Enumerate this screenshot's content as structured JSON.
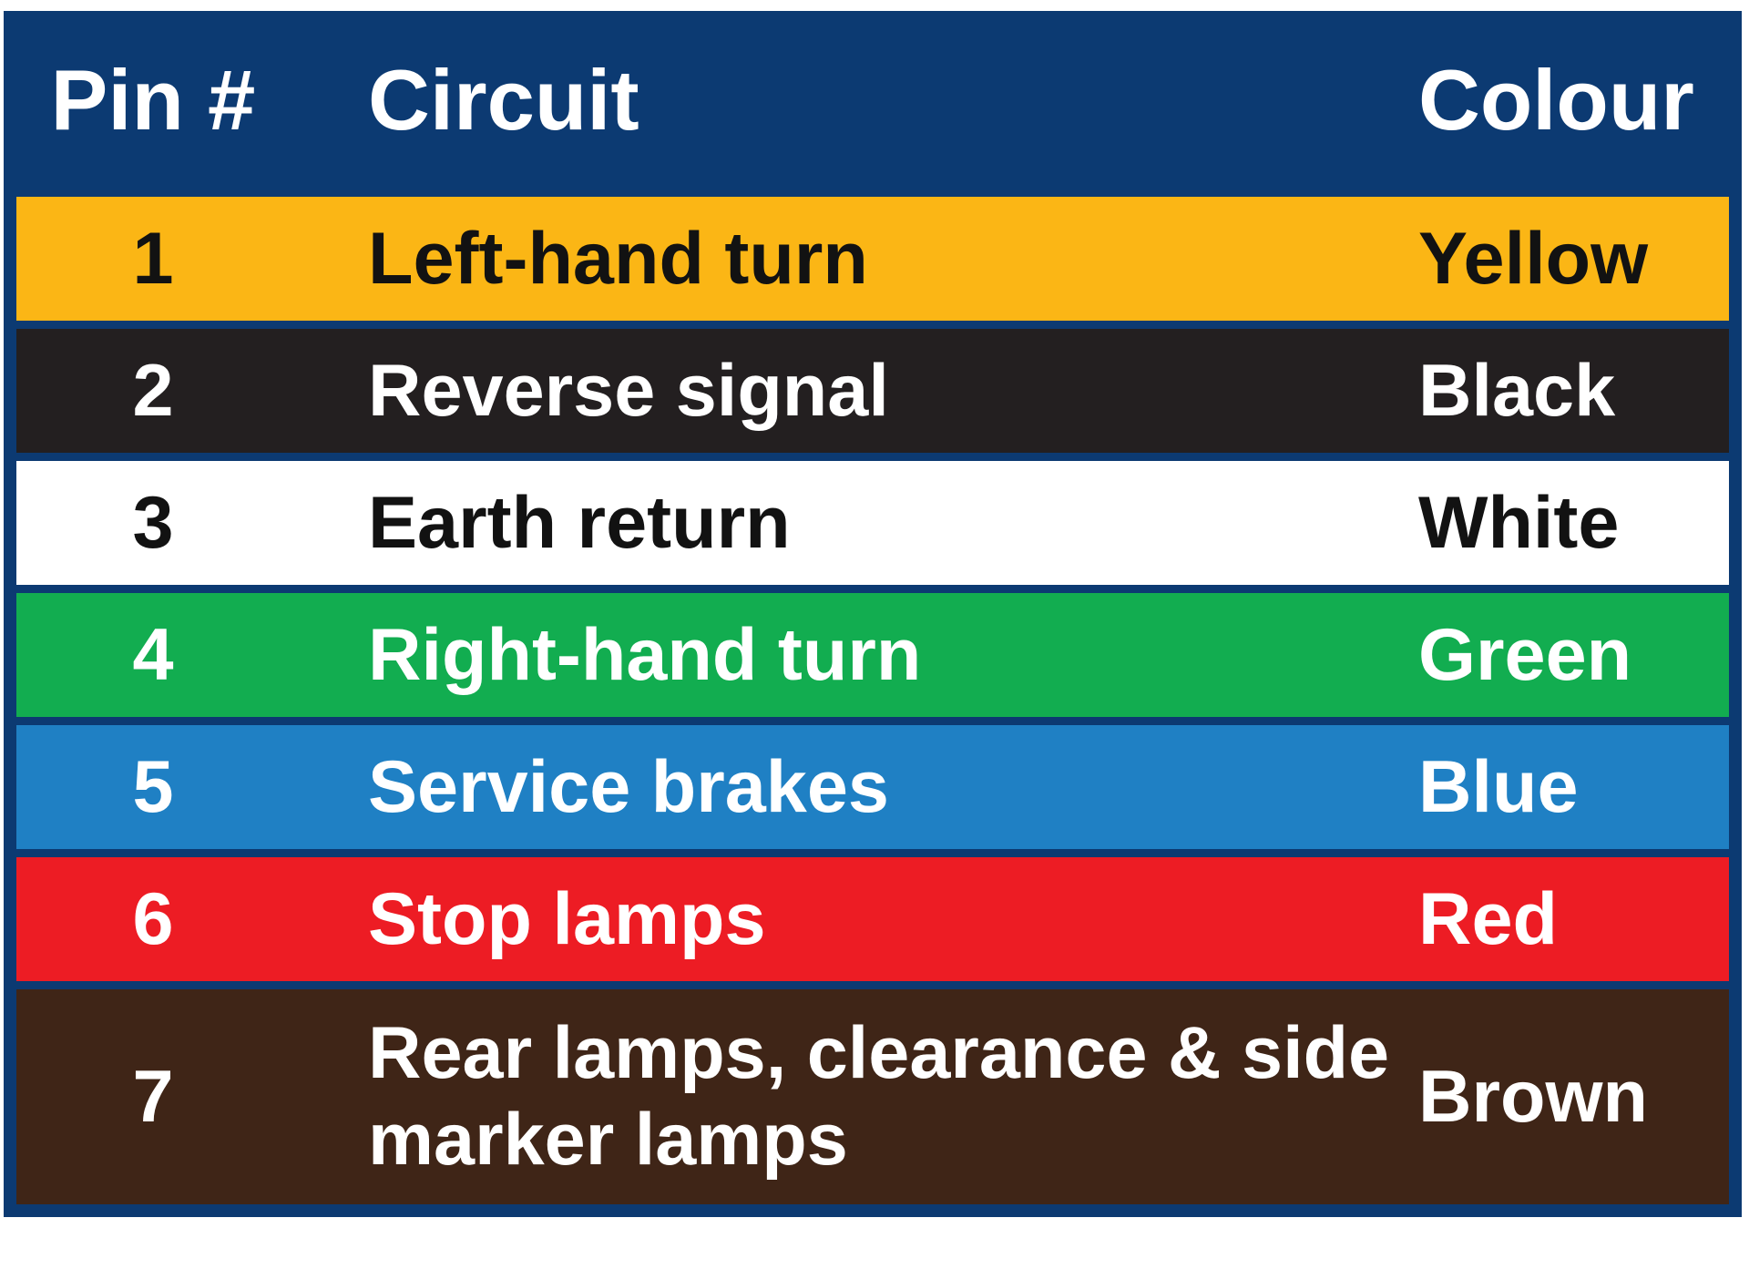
{
  "table": {
    "headers": {
      "pin": "Pin #",
      "circuit": "Circuit",
      "colour": "Colour"
    },
    "rows": [
      {
        "pin": "1",
        "circuit": "Left-hand turn",
        "colour": "Yellow",
        "bg": "#fbb615",
        "fg": "#121212"
      },
      {
        "pin": "2",
        "circuit": "Reverse signal",
        "colour": "Black",
        "bg": "#231f20",
        "fg": "#ffffff"
      },
      {
        "pin": "3",
        "circuit": "Earth return",
        "colour": "White",
        "bg": "#ffffff",
        "fg": "#121212"
      },
      {
        "pin": "4",
        "circuit": "Right-hand turn",
        "colour": "Green",
        "bg": "#12ad50",
        "fg": "#ffffff"
      },
      {
        "pin": "5",
        "circuit": "Service brakes",
        "colour": "Blue",
        "bg": "#1f80c4",
        "fg": "#ffffff"
      },
      {
        "pin": "6",
        "circuit": "Stop lamps",
        "colour": "Red",
        "bg": "#ed1c24",
        "fg": "#ffffff"
      },
      {
        "pin": "7",
        "circuit": "Rear lamps, clearance & side marker lamps",
        "colour": "Brown",
        "bg": "#3f2517",
        "fg": "#ffffff"
      }
    ],
    "colors": {
      "frame": "#0c3a72",
      "gap": "#ffffff",
      "header_text": "#ffffff"
    }
  },
  "chart_data": {
    "type": "table",
    "title": "",
    "columns": [
      "Pin #",
      "Circuit",
      "Colour"
    ],
    "rows": [
      [
        "1",
        "Left-hand turn",
        "Yellow"
      ],
      [
        "2",
        "Reverse signal",
        "Black"
      ],
      [
        "3",
        "Earth return",
        "White"
      ],
      [
        "4",
        "Right-hand turn",
        "Green"
      ],
      [
        "5",
        "Service brakes",
        "Blue"
      ],
      [
        "6",
        "Stop lamps",
        "Red"
      ],
      [
        "7",
        "Rear lamps, clearance & side marker lamps",
        "Brown"
      ]
    ],
    "row_colors": [
      "#fbb615",
      "#231f20",
      "#ffffff",
      "#12ad50",
      "#1f80c4",
      "#ed1c24",
      "#3f2517"
    ],
    "legend_position": "none",
    "grid": false
  }
}
